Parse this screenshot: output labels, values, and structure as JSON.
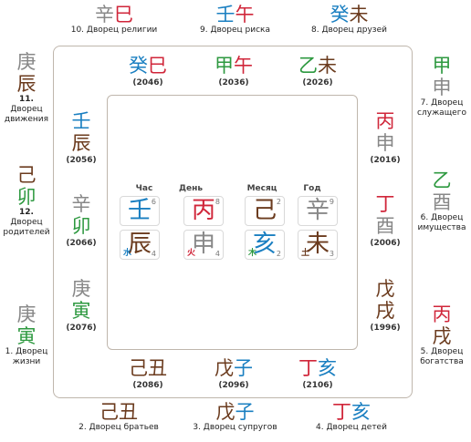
{
  "colors": {
    "water": "#1a7fc1",
    "fire": "#d0263a",
    "wood": "#2e9940",
    "metal": "#888888",
    "earth": "#6b3b1e"
  },
  "outer": {
    "p10": {
      "s1": "辛",
      "s2": "巳",
      "label": "10. Дворец религии"
    },
    "p9": {
      "s1": "壬",
      "s2": "午",
      "label": "9. Дворец риска"
    },
    "p8": {
      "s1": "癸",
      "s2": "未",
      "label": "8. Дворец друзей"
    },
    "p11": {
      "s1": "庚",
      "s2": "辰",
      "label1": "11.",
      "label2": "Дворец",
      "label3": "движения"
    },
    "p12": {
      "s1": "己",
      "s2": "卯",
      "label1": "12.",
      "label2": "Дворец",
      "label3": "родителей"
    },
    "p1": {
      "s1": "庚",
      "s2": "寅",
      "label1": "1. Дворец",
      "label2": "жизни"
    },
    "p7": {
      "s1": "甲",
      "s2": "申",
      "label1": "7. Дворец",
      "label2": "служащего"
    },
    "p6": {
      "s1": "乙",
      "s2": "酉",
      "label1": "6. Дворец",
      "label2": "имущества"
    },
    "p5": {
      "s1": "丙",
      "s2": "戌",
      "label1": "5. Дворец",
      "label2": "богатства"
    },
    "p2": {
      "s1": "己",
      "s2": "丑",
      "label": "2. Дворец братьев"
    },
    "p3": {
      "s1": "戊",
      "s2": "子",
      "label": "3. Дворец супругов"
    },
    "p4": {
      "s1": "丁",
      "s2": "亥",
      "label": "4. Дворец детей"
    }
  },
  "luck": {
    "top": [
      {
        "s1": "癸",
        "s2": "巳",
        "year": "(2046)"
      },
      {
        "s1": "甲",
        "s2": "午",
        "year": "(2036)"
      },
      {
        "s1": "乙",
        "s2": "未",
        "year": "(2026)"
      }
    ],
    "left": [
      {
        "s1": "壬",
        "s2": "辰",
        "year": "(2056)"
      },
      {
        "s1": "辛",
        "s2": "卯",
        "year": "(2066)"
      },
      {
        "s1": "庚",
        "s2": "寅",
        "year": "(2076)"
      }
    ],
    "right": [
      {
        "s1": "丙",
        "s2": "申",
        "year": "(2016)"
      },
      {
        "s1": "丁",
        "s2": "酉",
        "year": "(2006)"
      },
      {
        "s1": "戊",
        "s2": "戌",
        "year": "(1996)"
      }
    ],
    "bottom": [
      {
        "s1": "己",
        "s2": "丑",
        "year": "(2086)"
      },
      {
        "s1": "戊",
        "s2": "子",
        "year": "(2096)"
      },
      {
        "s1": "丁",
        "s2": "亥",
        "year": "(2106)"
      }
    ]
  },
  "pillars": [
    {
      "head": "Час",
      "stem": "壬",
      "stem_num": "6",
      "branch": "辰",
      "branch_num": "4",
      "element": "水"
    },
    {
      "head": "День",
      "stem": "丙",
      "stem_num": "8",
      "branch": "申",
      "branch_num": "4",
      "element": "火"
    },
    {
      "head": "Месяц",
      "stem": "己",
      "stem_num": "2",
      "branch": "亥",
      "branch_num": "2",
      "element": "木"
    },
    {
      "head": "Год",
      "stem": "辛",
      "stem_num": "9",
      "branch": "未",
      "branch_num": "3",
      "element": "土"
    }
  ]
}
